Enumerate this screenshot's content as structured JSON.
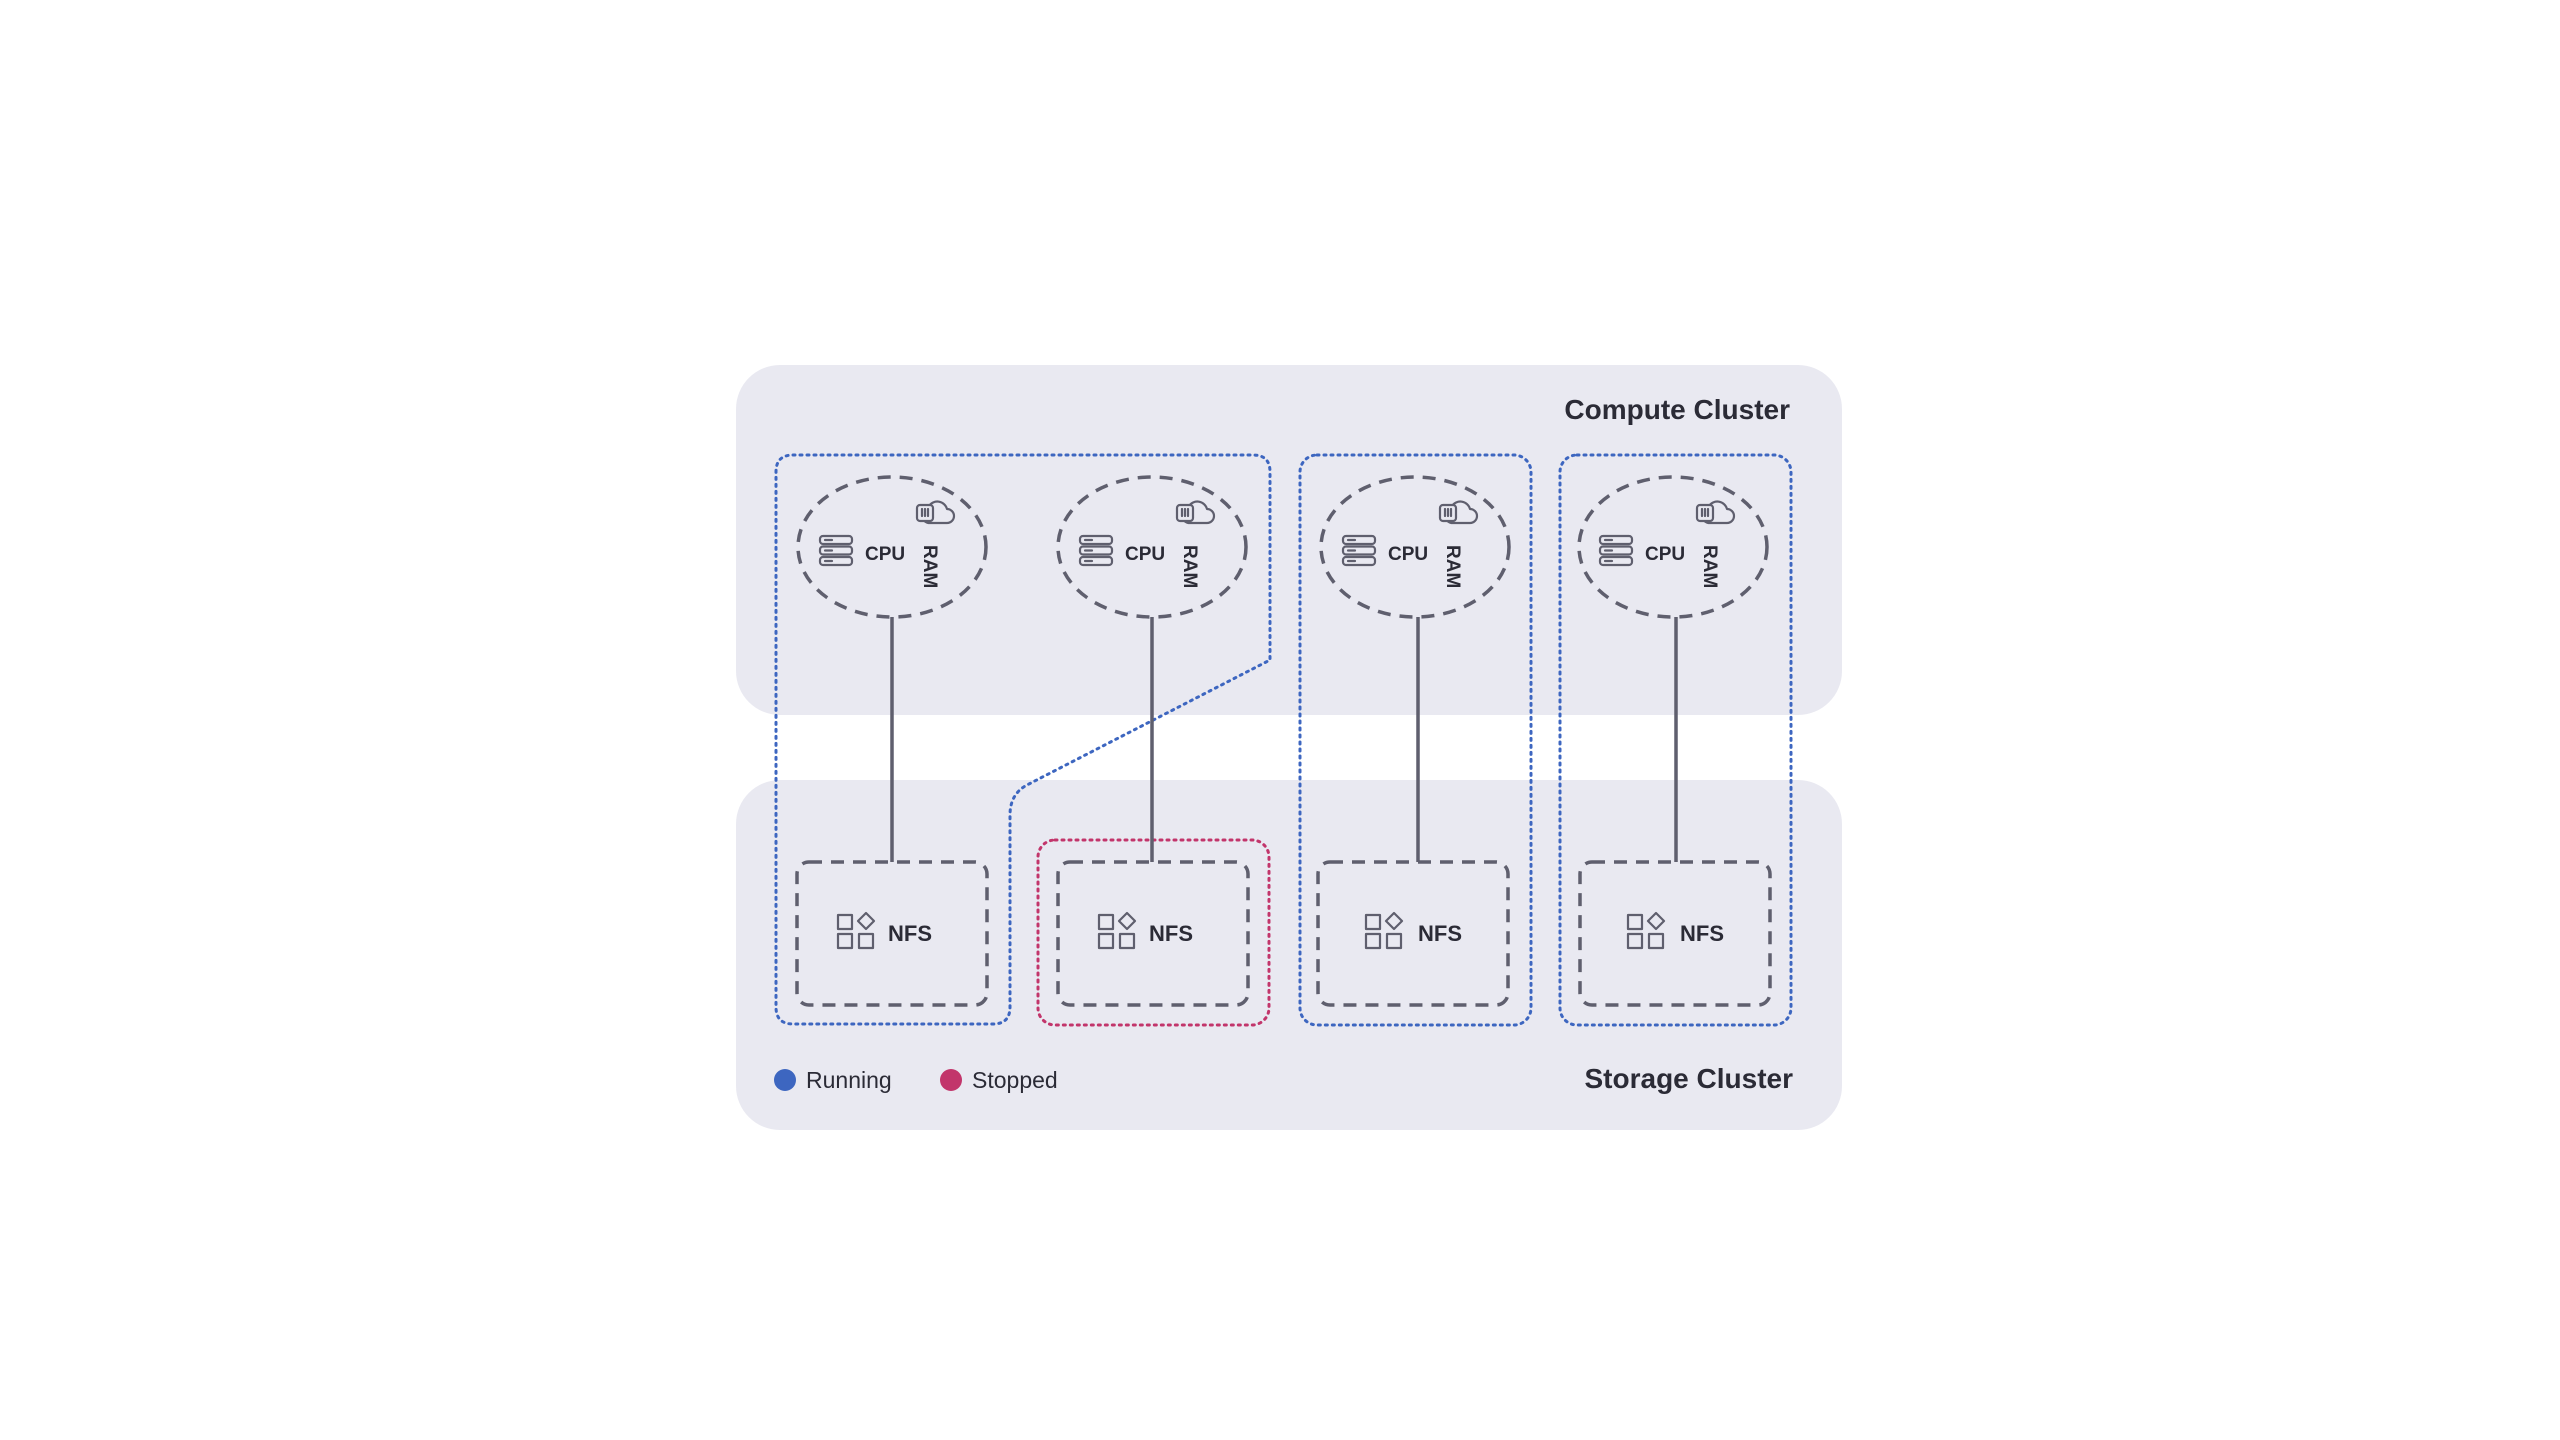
{
  "compute_cluster": {
    "title": "Compute Cluster"
  },
  "storage_cluster": {
    "title": "Storage Cluster"
  },
  "nodes": [
    {
      "cpu_label": "CPU",
      "ram_label": "RAM",
      "storage_label": "NFS",
      "status": "running"
    },
    {
      "cpu_label": "CPU",
      "ram_label": "RAM",
      "storage_label": "NFS",
      "status": "stopped"
    },
    {
      "cpu_label": "CPU",
      "ram_label": "RAM",
      "storage_label": "NFS",
      "status": "running"
    },
    {
      "cpu_label": "CPU",
      "ram_label": "RAM",
      "storage_label": "NFS",
      "status": "running"
    }
  ],
  "legend": [
    {
      "label": "Running",
      "color": "#3d66c0"
    },
    {
      "label": "Stopped",
      "color": "#c2356b"
    }
  ],
  "colors": {
    "cluster_bg": "#e9e9f1",
    "running": "#3d66c0",
    "stopped": "#c2356b",
    "outline": "#5f5f6e"
  },
  "icons": {
    "cpu": "server-stack-icon",
    "ram": "memory-cloud-icon",
    "nfs": "apps-grid-icon"
  }
}
